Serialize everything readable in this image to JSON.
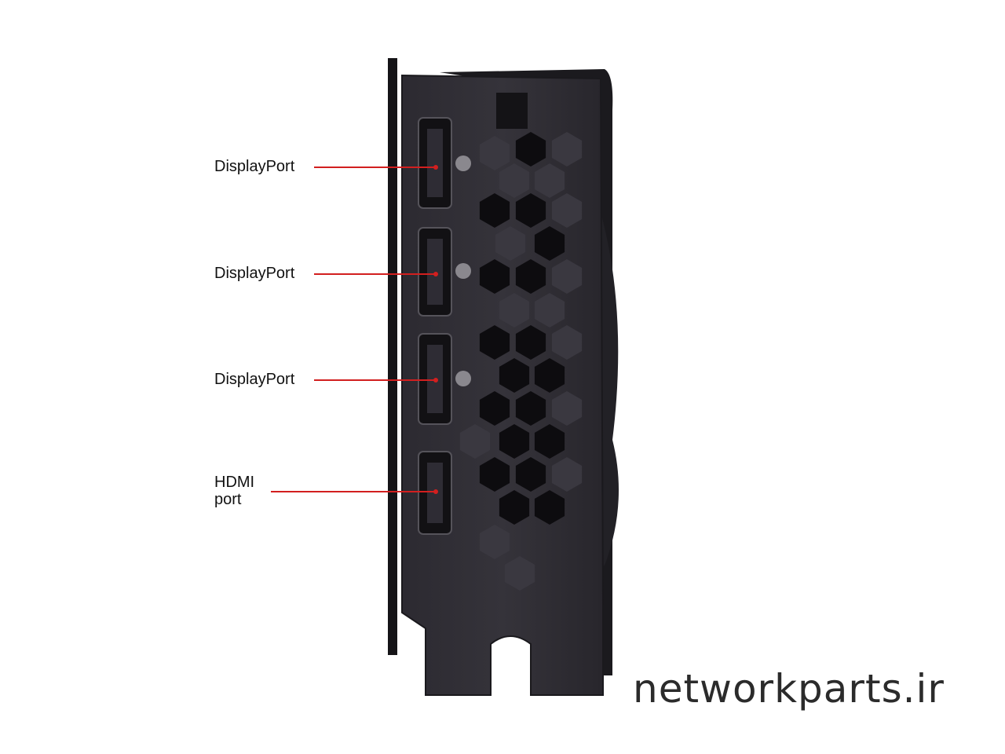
{
  "callouts": [
    {
      "label": "DisplayPort"
    },
    {
      "label": "DisplayPort"
    },
    {
      "label": "DisplayPort"
    },
    {
      "label_line1": "HDMI",
      "label_line2": "port"
    }
  ],
  "watermark": "networkparts.ir",
  "colors": {
    "callout": "#d21f1f",
    "bracket": "#2a2830"
  }
}
